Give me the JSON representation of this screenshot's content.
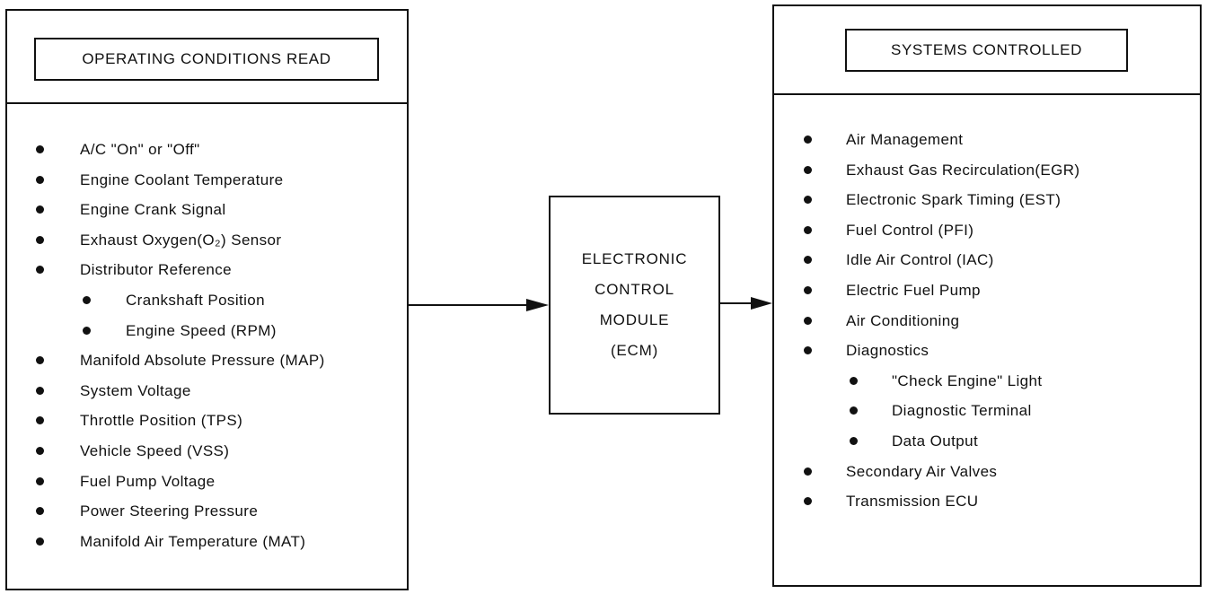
{
  "inputs_panel": {
    "title": "OPERATING CONDITIONS READ",
    "items": [
      {
        "label": "A/C \"On\" or \"Off\"",
        "level": 1
      },
      {
        "label": "Engine Coolant Temperature",
        "level": 1
      },
      {
        "label": "Engine Crank Signal",
        "level": 1
      },
      {
        "label": "Exhaust Oxygen(O₂) Sensor",
        "level": 1
      },
      {
        "label": "Distributor Reference",
        "level": 1
      },
      {
        "label": "Crankshaft Position",
        "level": 2
      },
      {
        "label": "Engine Speed (RPM)",
        "level": 2
      },
      {
        "label": "Manifold Absolute Pressure (MAP)",
        "level": 1
      },
      {
        "label": "System Voltage",
        "level": 1
      },
      {
        "label": "Throttle Position (TPS)",
        "level": 1
      },
      {
        "label": "Vehicle Speed (VSS)",
        "level": 1
      },
      {
        "label": "Fuel Pump Voltage",
        "level": 1
      },
      {
        "label": "Power Steering Pressure",
        "level": 1
      },
      {
        "label": "Manifold Air Temperature (MAT)",
        "level": 1
      }
    ]
  },
  "ecm": {
    "lines": [
      "ELECTRONIC",
      "CONTROL",
      "MODULE",
      "(ECM)"
    ]
  },
  "outputs_panel": {
    "title": "SYSTEMS CONTROLLED",
    "items": [
      {
        "label": "Air Management",
        "level": 1
      },
      {
        "label": "Exhaust Gas Recirculation(EGR)",
        "level": 1
      },
      {
        "label": "Electronic Spark Timing (EST)",
        "level": 1
      },
      {
        "label": "Fuel Control (PFI)",
        "level": 1
      },
      {
        "label": "Idle Air Control (IAC)",
        "level": 1
      },
      {
        "label": "Electric Fuel Pump",
        "level": 1
      },
      {
        "label": "Air Conditioning",
        "level": 1
      },
      {
        "label": "Diagnostics",
        "level": 1
      },
      {
        "label": "\"Check Engine\" Light",
        "level": 2
      },
      {
        "label": "Diagnostic Terminal",
        "level": 2
      },
      {
        "label": "Data Output",
        "level": 2
      },
      {
        "label": "Secondary Air Valves",
        "level": 1
      },
      {
        "label": "Transmission ECU",
        "level": 1
      }
    ]
  }
}
